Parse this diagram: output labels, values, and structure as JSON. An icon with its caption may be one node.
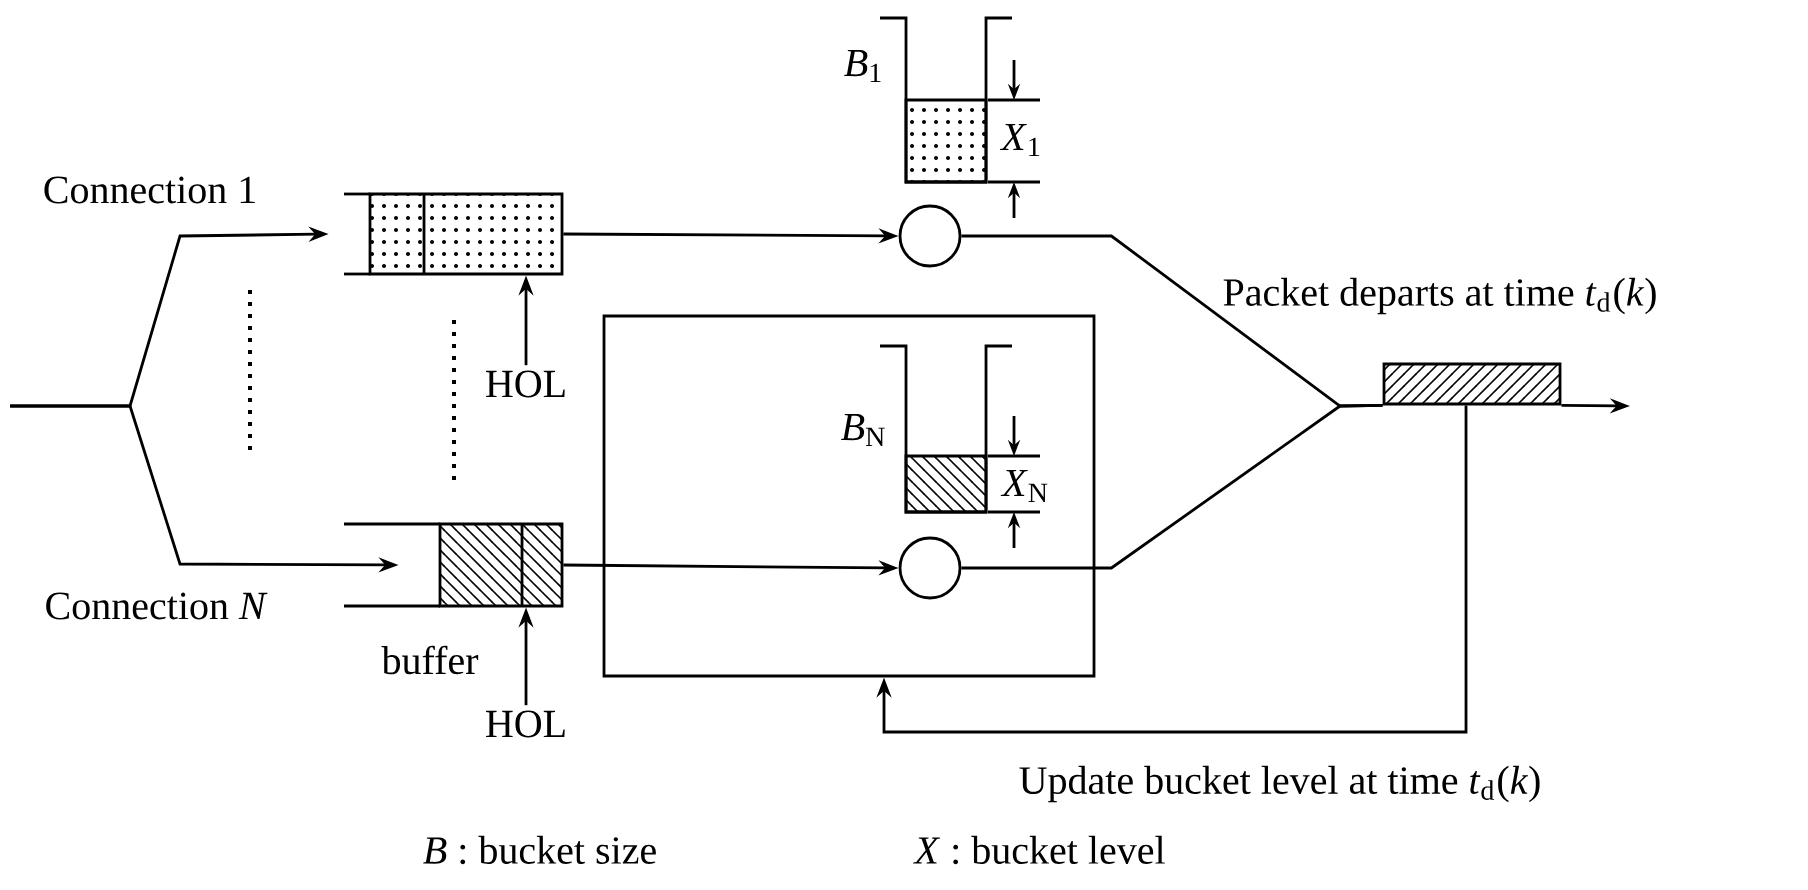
{
  "diagram": {
    "nodes": [
      {
        "text": [],
        "shape": "box"
      },
      {
        "text": [],
        "shape": "box",
        "beside": [
          "buffer"
        ]
      },
      {
        "text": [],
        "shape": "box",
        "beside": [
          "*B*$_{1}$",
          "*X*$_{1}$"
        ]
      },
      {
        "text": [],
        "shape": "circle"
      },
      {
        "text": [],
        "shape": "box"
      },
      {
        "text": [],
        "shape": "box",
        "in": 4,
        "beside": [
          "*B*$_{N}$",
          "*X*$_{N}$"
        ]
      },
      {
        "text": [],
        "shape": "circle",
        "in": 4
      },
      {
        "text": [],
        "shape": "bar",
        "beside": [
          "Packet departs at time *t*$_{d}$(*k*)"
        ]
      },
      {
        "text": [
          "HOL"
        ]
      },
      {
        "text": [
          "HOL"
        ]
      }
    ],
    "edges": [
      {
        "from": null,
        "to": 0,
        "arrow": "to",
        "label": "Connection 1"
      },
      {
        "from": null,
        "to": 1,
        "arrow": "to",
        "label": "Connection *N*"
      },
      {
        "from": 8,
        "to": 0,
        "arrow": "to"
      },
      {
        "from": 9,
        "to": 1,
        "arrow": "to"
      },
      {
        "from": 0,
        "to": 3,
        "arrow": "to"
      },
      {
        "from": 1,
        "to": 6,
        "arrow": "to"
      },
      {
        "from": 3,
        "to": 7,
        "arrow": "none"
      },
      {
        "from": 6,
        "to": 7,
        "arrow": "none"
      },
      {
        "from": 7,
        "to": null,
        "arrow": "to"
      },
      {
        "from": 7,
        "to": 4,
        "arrow": "to",
        "label": "Update bucket level at time *t*$_{d}$(*k*)"
      }
    ],
    "labels": [
      "*B* : bucket size",
      "*X* : bucket level"
    ]
  }
}
